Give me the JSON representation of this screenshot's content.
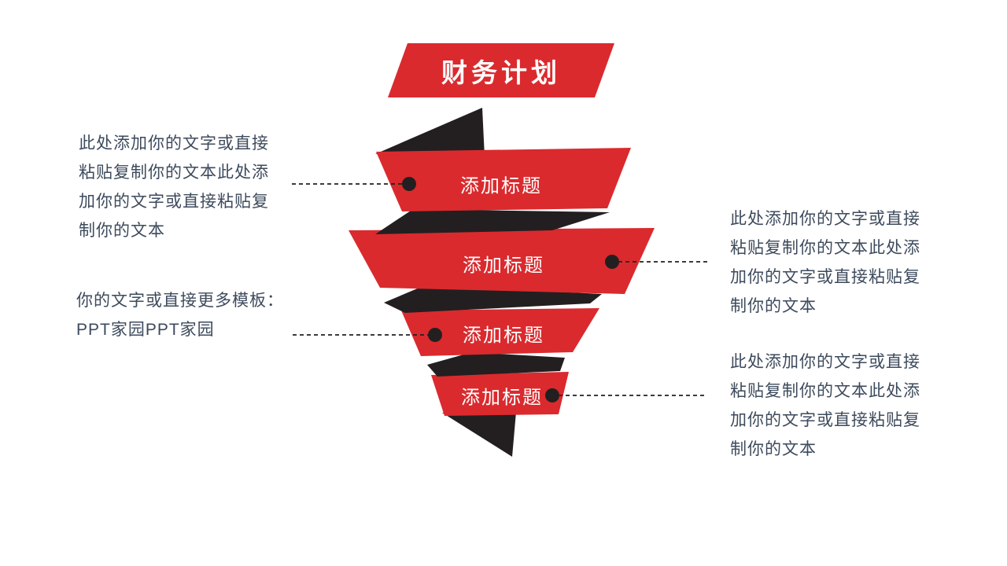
{
  "slide": {
    "title": "财务计划",
    "colors": {
      "red": "#DA2A2E",
      "dark": "#231F20",
      "text": "#3D4A5C",
      "background": "#FFFFFF"
    },
    "funnel": {
      "bands": [
        {
          "label": "添加标题"
        },
        {
          "label": "添加标题"
        },
        {
          "label": "添加标题"
        },
        {
          "label": "添加标题"
        }
      ]
    },
    "annotations": {
      "left_top": "此处添加你的文字或直接\n粘贴复制你的文本此处添\n加你的文字或直接粘贴复\n制你的文本",
      "left_middle": "你的文字或直接更多模板：\nPPT家园PPT家园",
      "right_top": "此处添加你的文字或直接\n粘贴复制你的文本此处添\n加你的文字或直接粘贴复\n制你的文本",
      "right_bottom": "此处添加你的文字或直接\n粘贴复制你的文本此处添\n加你的文字或直接粘贴复\n制你的文本"
    }
  }
}
